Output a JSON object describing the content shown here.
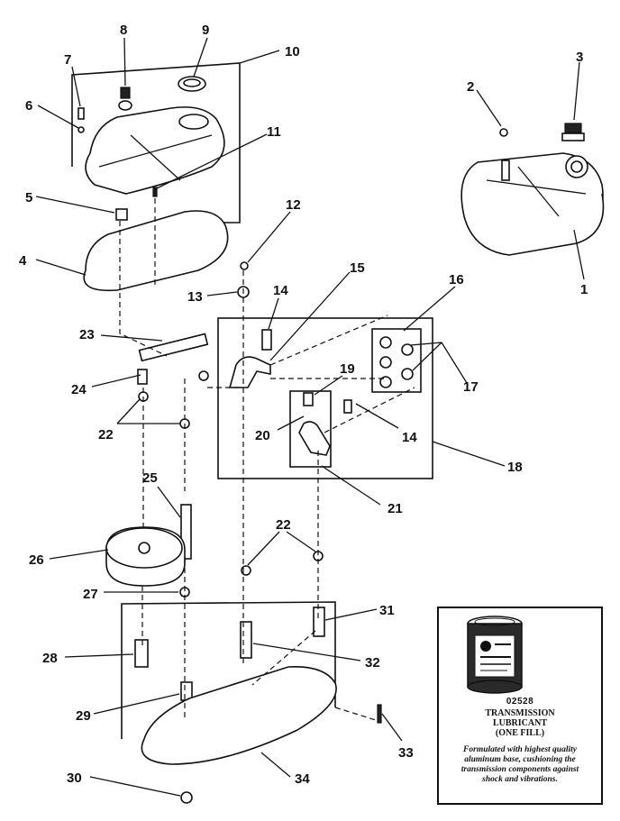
{
  "diagram": {
    "callouts": {
      "c1": "1",
      "c2": "2",
      "c3": "3",
      "c4": "4",
      "c5": "5",
      "c6": "6",
      "c7": "7",
      "c8": "8",
      "c9": "9",
      "c10": "10",
      "c11": "11",
      "c12": "12",
      "c13": "13",
      "c14a": "14",
      "c14b": "14",
      "c15": "15",
      "c16": "16",
      "c17": "17",
      "c18": "18",
      "c19": "19",
      "c20": "20",
      "c21": "21",
      "c22a": "22",
      "c22b": "22",
      "c23": "23",
      "c24": "24",
      "c25": "25",
      "c26": "26",
      "c27": "27",
      "c28": "28",
      "c29": "29",
      "c30": "30",
      "c31": "31",
      "c32": "32",
      "c33": "33",
      "c34": "34"
    }
  },
  "lubricant": {
    "part_number": "02528",
    "title_line1": "TRANSMISSION",
    "title_line2": "LUBRICANT",
    "title_line3": "(ONE FILL)",
    "description": "Formulated with highest quality aluminum base, cushioning the transmission components against shock and vibrations."
  }
}
